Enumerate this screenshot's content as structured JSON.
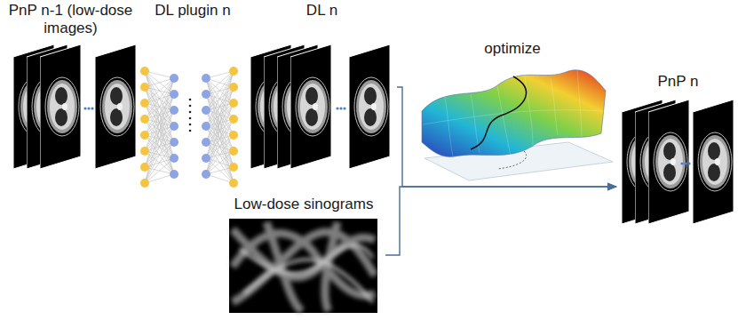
{
  "diagram": {
    "nodes": [
      {
        "text": [
          "PnP n-1 (low-dose images)"
        ]
      },
      {
        "text": [
          "DL plugin n"
        ]
      },
      {
        "text": [
          "DL n"
        ]
      },
      {
        "text": [
          "Low-dose sinograms"
        ]
      },
      {
        "text": [
          "optimize"
        ]
      },
      {
        "text": [
          "PnP n"
        ]
      }
    ],
    "edges": [
      {
        "from": 2,
        "to": 5,
        "arrow": "to"
      },
      {
        "from": 3,
        "to": 5,
        "arrow": "to"
      }
    ]
  }
}
